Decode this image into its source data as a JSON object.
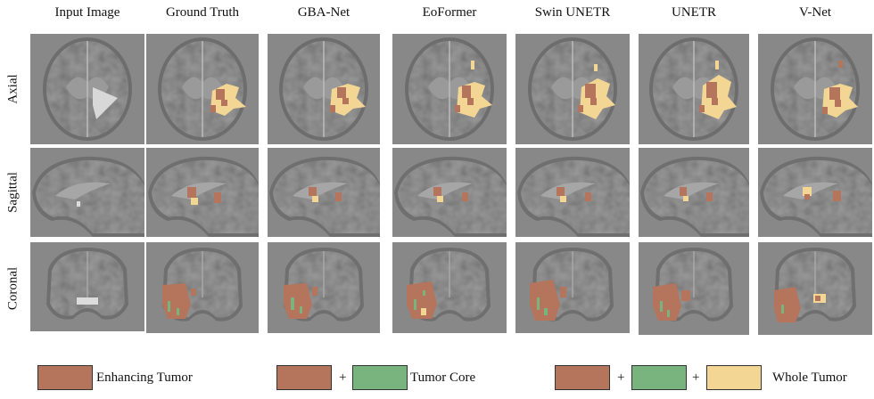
{
  "columns": [
    "Input Image",
    "Ground Truth",
    "GBA-Net",
    "EoFormer",
    "Swin UNETR",
    "UNETR",
    "V-Net"
  ],
  "rows": [
    "Axial",
    "Sagittal",
    "Coronal"
  ],
  "legend": {
    "enhancing_label": "Enhancing Tumor",
    "core_label": "Tumor Core",
    "whole_label": "Whole Tumor",
    "plus": "+"
  },
  "colors": {
    "enhancing": "#b5745c",
    "core": "#79b47f",
    "whole": "#f3d694",
    "background": "#888888"
  }
}
